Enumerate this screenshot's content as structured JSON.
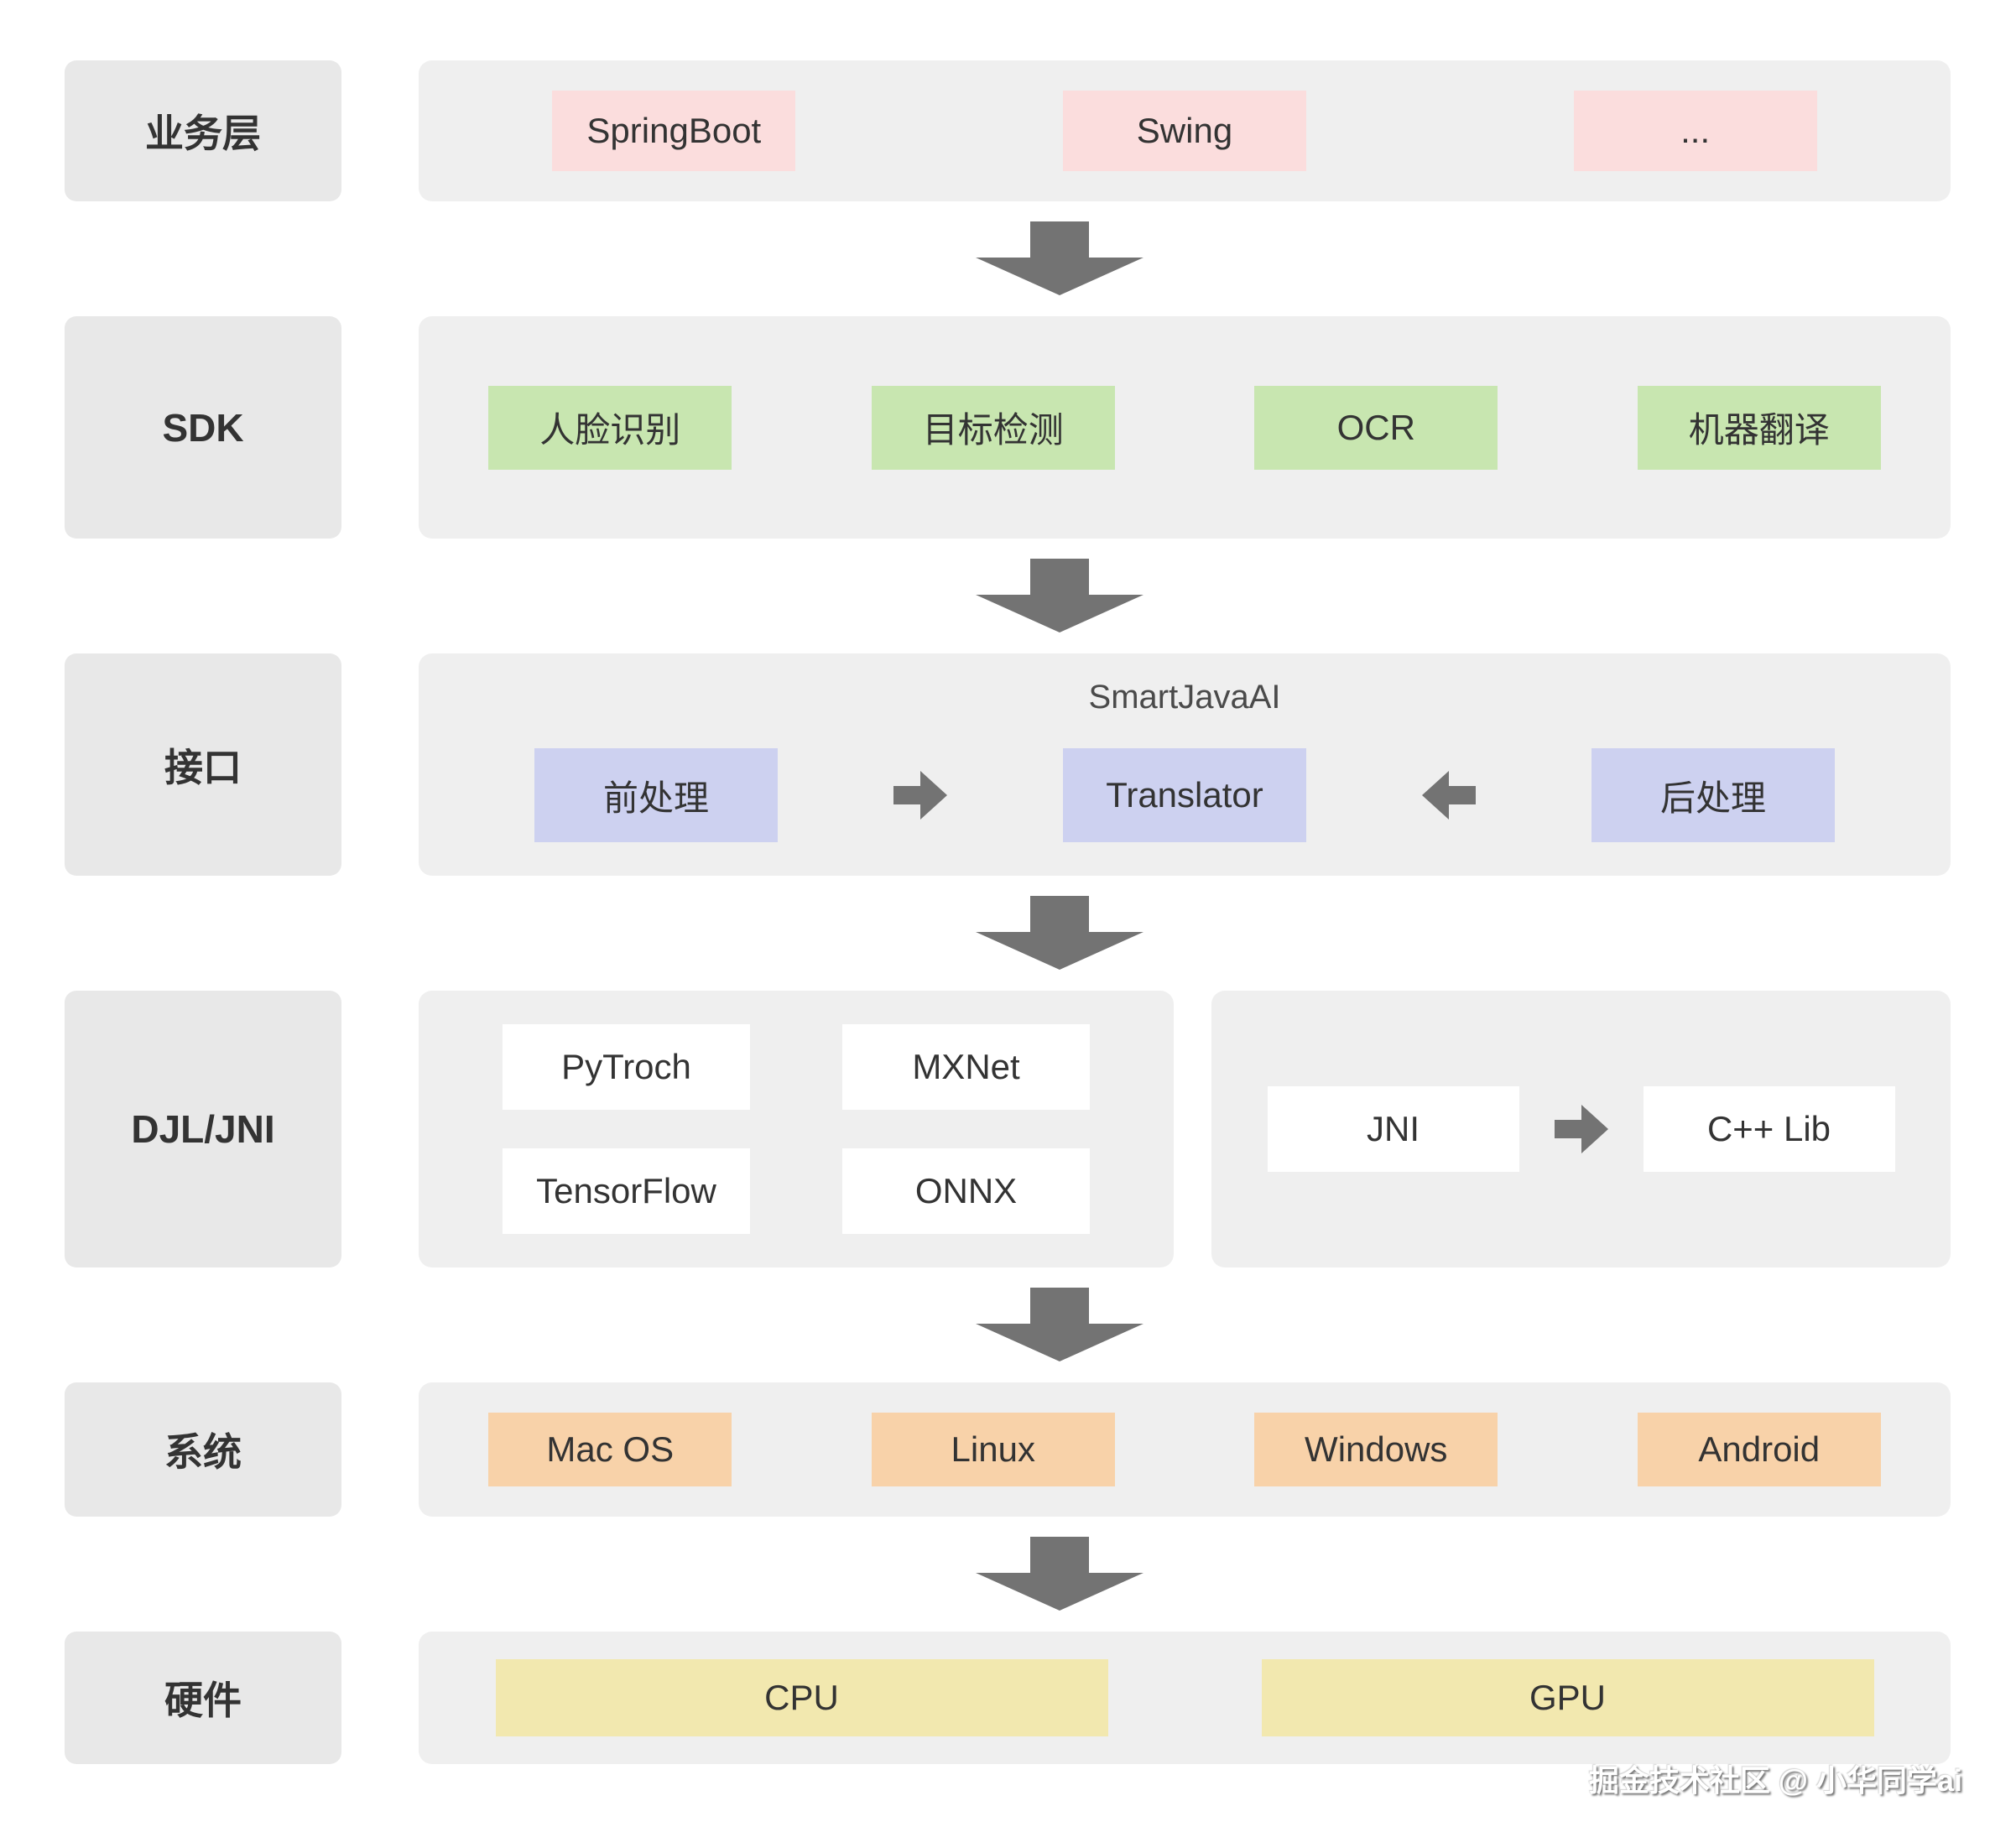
{
  "rows": {
    "business": {
      "label": "业务层",
      "items": [
        "SpringBoot",
        "Swing",
        "..."
      ]
    },
    "sdk": {
      "label": "SDK",
      "items": [
        "人脸识别",
        "目标检测",
        "OCR",
        "机器翻译"
      ]
    },
    "api": {
      "label": "接口",
      "title": "SmartJavaAI",
      "pre": "前处理",
      "translator": "Translator",
      "post": "后处理"
    },
    "djl": {
      "label": "DJL/JNI",
      "engines": [
        "PyTroch",
        "MXNet",
        "TensorFlow",
        "ONNX"
      ],
      "jni": "JNI",
      "cpplib": "C++ Lib"
    },
    "os": {
      "label": "系统",
      "items": [
        "Mac OS",
        "Linux",
        "Windows",
        "Android"
      ]
    },
    "hw": {
      "label": "硬件",
      "items": [
        "CPU",
        "GPU"
      ]
    }
  },
  "watermark": "掘金技术社区 @ 小华同学ai",
  "colors": {
    "label_bg": "#e8e8e8",
    "row_bg": "#efefef",
    "business_box": "#fbdddd",
    "sdk_box": "#c8e6b0",
    "api_box": "#cdd1f0",
    "engine_box": "#ffffff",
    "os_box": "#f8d2a9",
    "hardware_box": "#f2e8af",
    "arrow": "#737373",
    "box_text": "#333333"
  }
}
